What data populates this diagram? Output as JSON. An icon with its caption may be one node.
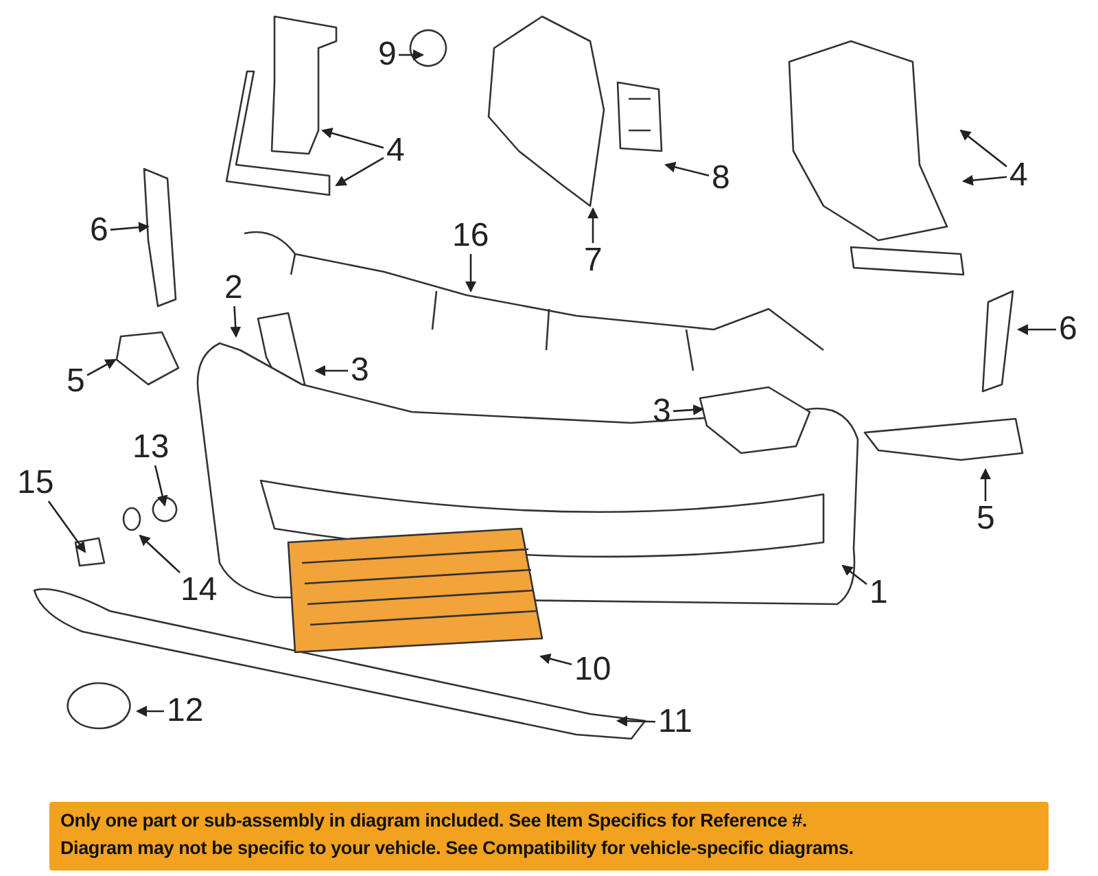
{
  "diagram": {
    "nodes": [
      {
        "text": [
          "9"
        ]
      },
      {
        "text": [
          "8"
        ]
      },
      {
        "text": [
          "4"
        ]
      },
      {
        "text": [
          "4"
        ]
      },
      {
        "text": [
          "6"
        ]
      },
      {
        "text": [
          "7"
        ]
      },
      {
        "text": [
          "16"
        ]
      },
      {
        "text": [
          "2"
        ]
      },
      {
        "text": [
          "3"
        ]
      },
      {
        "text": [
          "6"
        ]
      },
      {
        "text": [
          "5"
        ]
      },
      {
        "text": [
          "3"
        ]
      },
      {
        "text": [
          "5"
        ]
      },
      {
        "text": [
          "13"
        ]
      },
      {
        "text": [
          "15"
        ]
      },
      {
        "text": [
          "14"
        ]
      },
      {
        "text": [
          "1"
        ]
      },
      {
        "text": [
          "10"
        ]
      },
      {
        "text": [
          "12"
        ]
      },
      {
        "text": [
          "11"
        ]
      }
    ],
    "edges": [
      {
        "from": 0,
        "to": null,
        "arrow": "to"
      },
      {
        "from": 1,
        "to": null,
        "arrow": "to"
      },
      {
        "from": 2,
        "to": null,
        "arrow": "to"
      },
      {
        "from": 2,
        "to": null,
        "arrow": "to"
      },
      {
        "from": 3,
        "to": null,
        "arrow": "to"
      },
      {
        "from": 3,
        "to": null,
        "arrow": "to"
      },
      {
        "from": 4,
        "to": null,
        "arrow": "to"
      },
      {
        "from": 5,
        "to": null,
        "arrow": "to"
      },
      {
        "from": 6,
        "to": null,
        "arrow": "to"
      },
      {
        "from": 7,
        "to": null,
        "arrow": "to"
      },
      {
        "from": 8,
        "to": null,
        "arrow": "to"
      },
      {
        "from": 9,
        "to": null,
        "arrow": "to"
      },
      {
        "from": 10,
        "to": null,
        "arrow": "to"
      },
      {
        "from": 11,
        "to": null,
        "arrow": "to"
      },
      {
        "from": 12,
        "to": null,
        "arrow": "to"
      },
      {
        "from": 13,
        "to": null,
        "arrow": "to"
      },
      {
        "from": 14,
        "to": null,
        "arrow": "to"
      },
      {
        "from": 15,
        "to": null,
        "arrow": "to"
      },
      {
        "from": 16,
        "to": null,
        "arrow": "to"
      },
      {
        "from": 17,
        "to": null,
        "arrow": "to"
      },
      {
        "from": 18,
        "to": null,
        "arrow": "to"
      },
      {
        "from": 19,
        "to": null,
        "arrow": "to"
      }
    ],
    "labels": [
      "Only one part or sub-assembly in diagram included. See Item Specifics for Reference #.",
      "Diagram may not be specific to your vehicle. See Compatibility for vehicle-specific diagrams."
    ]
  }
}
